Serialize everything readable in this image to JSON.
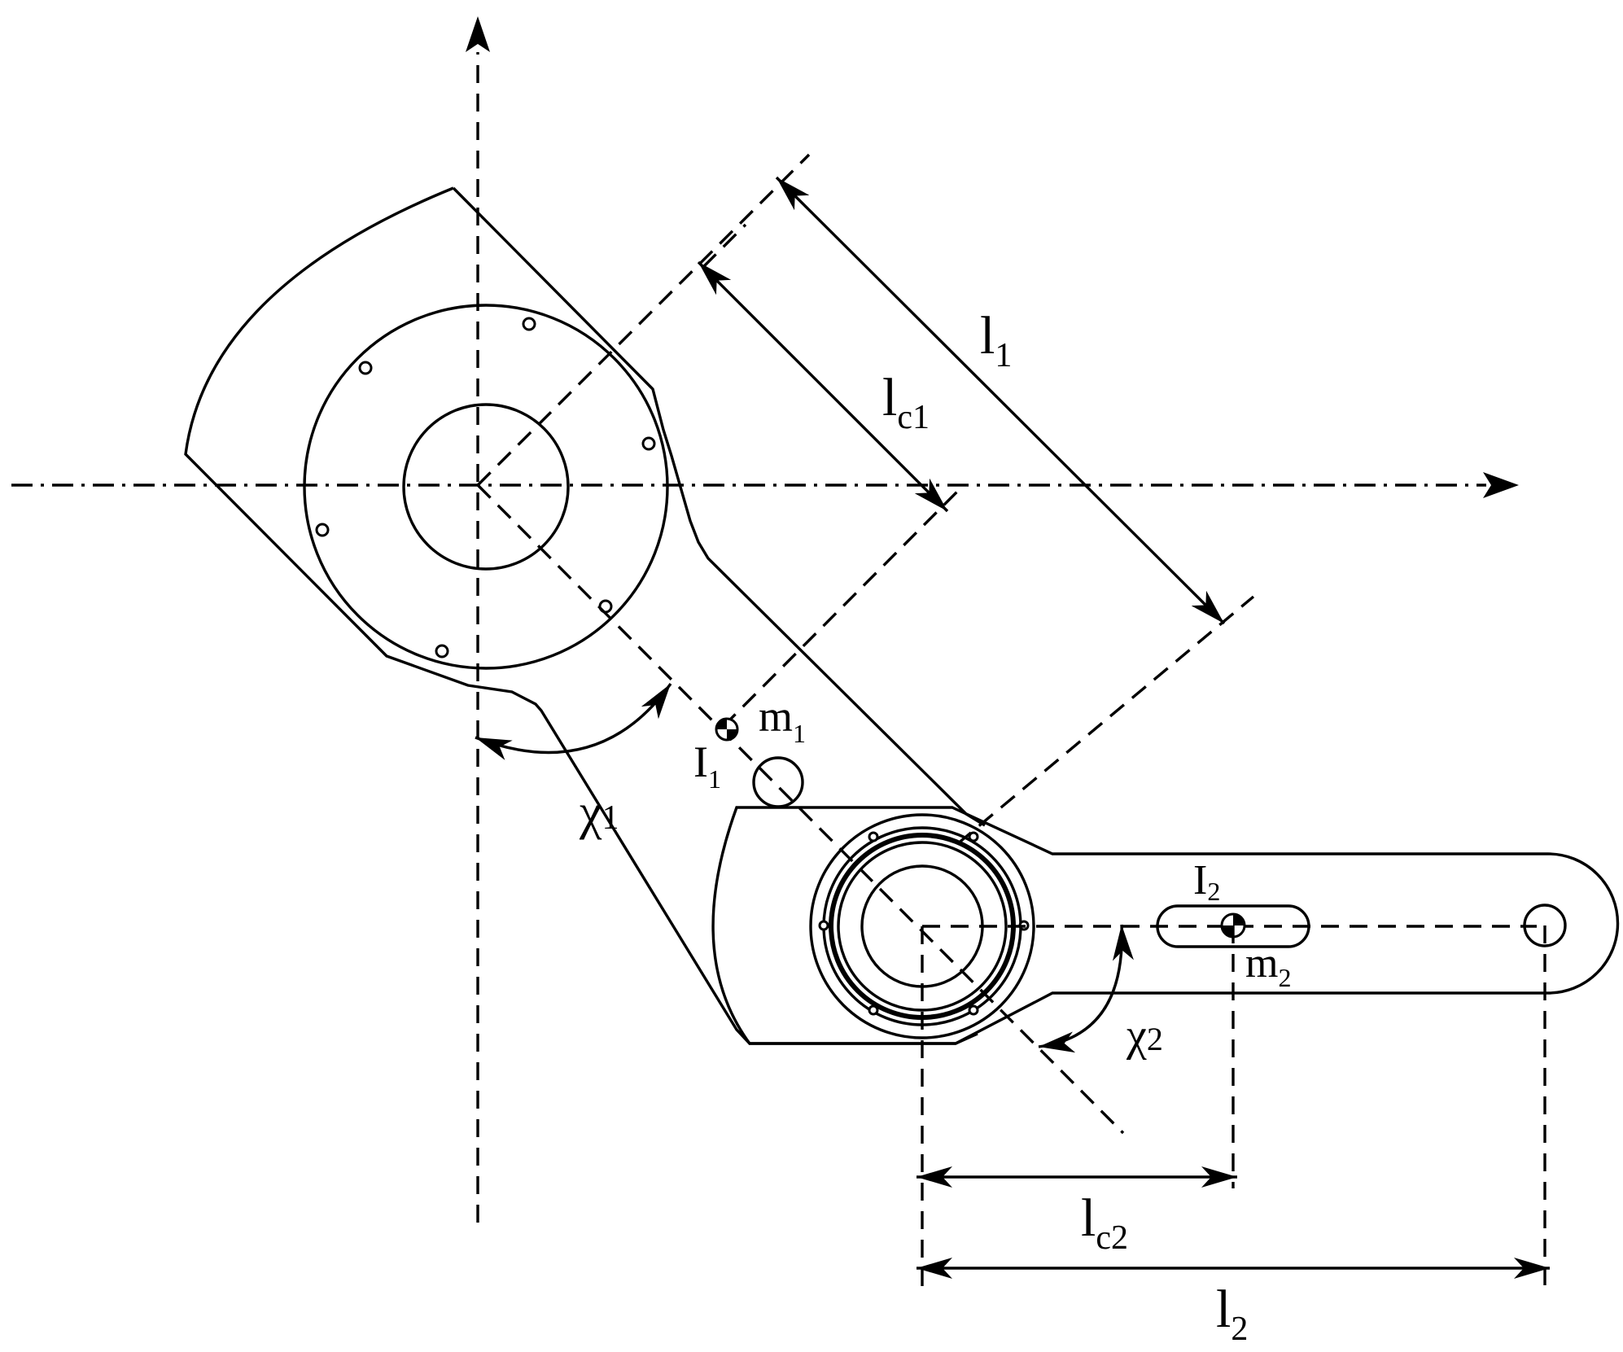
{
  "labels": {
    "l1": {
      "main": "l",
      "sub": "1"
    },
    "lc1": {
      "main": "l",
      "sub": "c1"
    },
    "m1": {
      "main": "m",
      "sub": "1"
    },
    "I1": {
      "main": "I",
      "sub": "1"
    },
    "chi1": {
      "main": "χ",
      "sub": "1"
    },
    "I2": {
      "main": "I",
      "sub": "2"
    },
    "m2": {
      "main": "m",
      "sub": "2"
    },
    "chi2": {
      "main": "χ",
      "sub": "2"
    },
    "lc2": {
      "main": "l",
      "sub": "c2"
    },
    "l2": {
      "main": "l",
      "sub": "2"
    }
  },
  "colors": {
    "stroke": "#000000",
    "background": "#ffffff"
  }
}
